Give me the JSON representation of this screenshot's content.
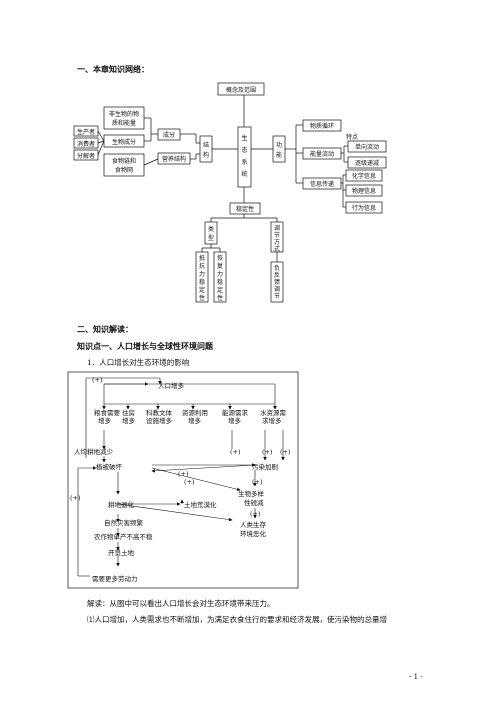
{
  "section1_title": "一、本章知识网络：",
  "network": {
    "concept_range": "概念及范围",
    "ecosystem": [
      "生",
      "态",
      "系",
      "统"
    ],
    "structure": [
      "结",
      "构"
    ],
    "function": [
      "功",
      "能"
    ],
    "producer": "生产者",
    "consumer": "消费者",
    "decomposer": "分解者",
    "nonbio_line1": "非生物的物",
    "nonbio_line2": "质和能量",
    "bio_component": "生物成分",
    "component": "成分",
    "foodchain_line1": "食物链和",
    "foodchain_line2": "食物网",
    "nutrition_structure": "营养结构",
    "material_cycle": "物质循环",
    "energy_flow": "能量流动",
    "characteristics": "特点",
    "one_way": "单向流动",
    "decreasing": "逐级递减",
    "info_transfer": "信息传递",
    "chemical_info": "化学信息",
    "physical_info": "物理信息",
    "behavior_info": "行为信息",
    "stability": "稳定性",
    "types": [
      "类",
      "型"
    ],
    "regulation": [
      "调",
      "节",
      "方",
      "式"
    ],
    "resistance": [
      "抵",
      "抗",
      "力",
      "稳",
      "定",
      "性"
    ],
    "recovery": [
      "恢",
      "复",
      "力",
      "稳",
      "定",
      "性"
    ],
    "negative_feedback": [
      "负",
      "反",
      "馈",
      "调",
      "节"
    ]
  },
  "section2_title": "二、知识解读：",
  "point1_title": "知识点一、人口增长与全球性环境问题",
  "sub1": "1．人口增长对生态环境的影响",
  "flow": {
    "population_growth": "人口增多",
    "grain_l1": "粮食需要",
    "grain_l2": "增多",
    "housing_l1": "住房",
    "housing_l2": "增多",
    "culture_l1": "科教文体",
    "culture_l2": "设施增多",
    "resource_l1": "资源利用",
    "resource_l2": "增多",
    "energy_l1": "能源需求",
    "energy_l2": "增多",
    "water_l1": "水资源需",
    "water_l2": "求增多",
    "farmland_decrease": "人均耕地减少",
    "vegetation": "植被破坏",
    "pollution": "污染加剧",
    "salinization": "耕地退化",
    "desertification": "土地荒漠化",
    "biodiversity_l1": "生物多样",
    "biodiversity_l2": "性锐减",
    "disasters": "自然灾害频繁",
    "low_yield": "农作物单产不高不稳",
    "reclaim": "开垦土地",
    "more_labor": "需要更多劳动力",
    "env_l1": "人类生存",
    "env_l2": "环境恶化",
    "plus": "(+)"
  },
  "explanation": "解读：从图中可以看出人口增长会对生态环境带来压力。",
  "para1": "⑴人口增加，人类需求也不断增加，为满足衣食住行的要求和经济发展，使污染物的总量增",
  "page_number": "- 1 -"
}
